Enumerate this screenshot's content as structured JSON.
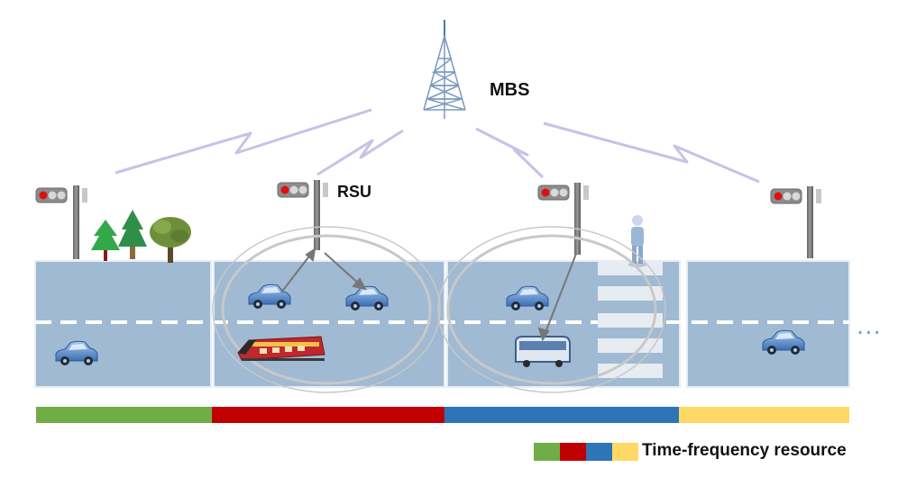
{
  "labels": {
    "mbs": "MBS",
    "rsu": "RSU",
    "legend": "Time-frequency resource",
    "ellipsis": "..."
  },
  "colors": {
    "road": "#9fbad2",
    "lane_divider": "#ffffff",
    "segment_border": "#e8eef4",
    "wireless_link": "#c9c1e6",
    "resource_green": "#70ad47",
    "resource_red": "#c00000",
    "resource_blue": "#2e75b6",
    "resource_yellow": "#ffd966",
    "car": "#4a7fc4",
    "train": "#c0282d",
    "tower": "#7a99bf"
  },
  "icons": [
    "tower-icon",
    "traffic-light-icon",
    "tree-icon",
    "car-icon",
    "train-icon",
    "bus-icon",
    "pedestrian-icon",
    "crosswalk-icon"
  ]
}
